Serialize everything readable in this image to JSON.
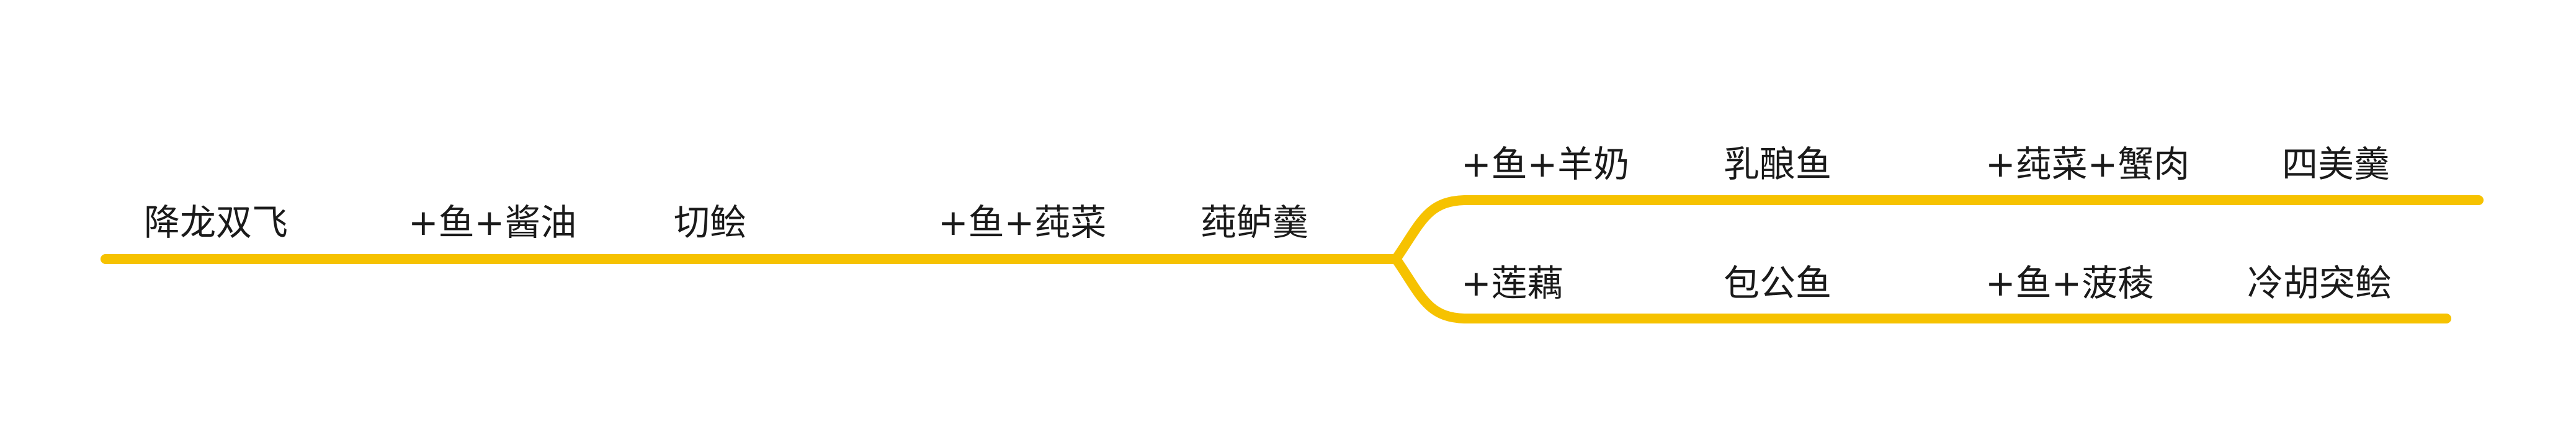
{
  "branch_color": "#F6C200",
  "main_branch": [
    "降龙双飞",
    "+鱼+酱油",
    "切鲙",
    "+鱼+莼菜",
    "莼鲈羹"
  ],
  "upper_branch": [
    "+鱼+羊奶",
    "乳酿鱼",
    "+莼菜+蟹肉",
    "四美羹"
  ],
  "lower_branch": [
    "+莲藕",
    "包公鱼",
    "+鱼+菠稜",
    "冷胡突鲙"
  ]
}
